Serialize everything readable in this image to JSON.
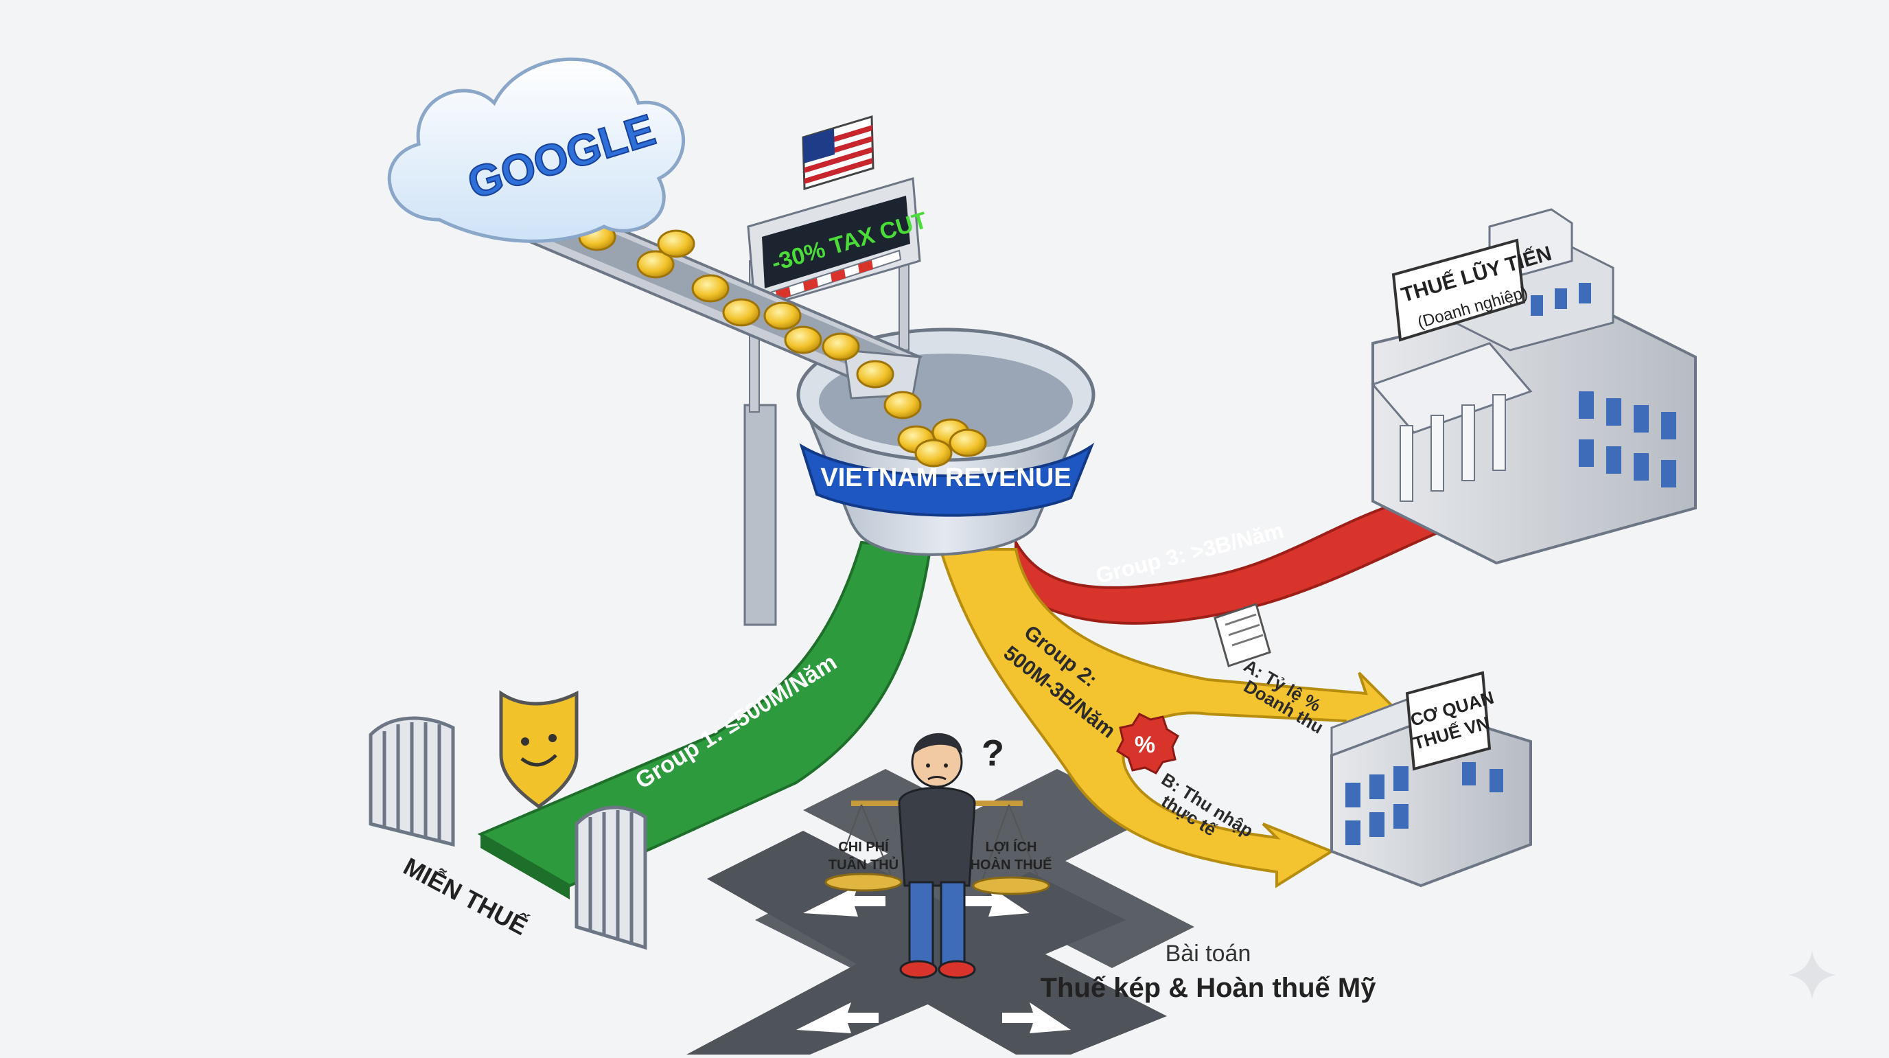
{
  "google": {
    "cloud_label": "GOOGLE"
  },
  "gate": {
    "sign_label": "-30% TAX CUT",
    "flag": "us-flag"
  },
  "funnel": {
    "label": "VIETNAM REVENUE"
  },
  "groups": {
    "group1": {
      "label": "Group 1: ≤500M/Năm",
      "color": "#2e9a3e"
    },
    "group2": {
      "label_line1": "Group 2:",
      "label_line2": "500M-3B/Năm",
      "color": "#f4c430"
    },
    "group3": {
      "label": "Group 3: >3B/Năm",
      "color": "#d9342b"
    }
  },
  "options": {
    "a": {
      "line1": "A: Tỷ lệ %",
      "line2": "Doanh thu"
    },
    "b": {
      "line1": "B: Thu nhập",
      "line2": "thực tế"
    },
    "percent_badge": "%"
  },
  "buildings": {
    "progressive": {
      "line1": "THUẾ LŨY TIẾN",
      "line2": "(Doanh nghiệp)"
    },
    "tax_office": {
      "line1": "CƠ QUAN",
      "line2": "THUẾ VN"
    }
  },
  "exempt": {
    "label": "MIỄN THUẾ"
  },
  "person": {
    "question": "?",
    "scale_left": {
      "line1": "CHI PHÍ",
      "line2": "TUÂN THỦ"
    },
    "scale_right": {
      "line1": "LỢI ÍCH",
      "line2": "HOÀN THUẾ"
    }
  },
  "caption": {
    "subtitle": "Bài toán",
    "title": "Thuế kép & Hoàn thuế Mỹ"
  },
  "colors": {
    "blue": "#1f57c2",
    "gold": "#e9b824",
    "sign_green": "#4cdc3a",
    "building_gray": "#c9cdd3"
  }
}
